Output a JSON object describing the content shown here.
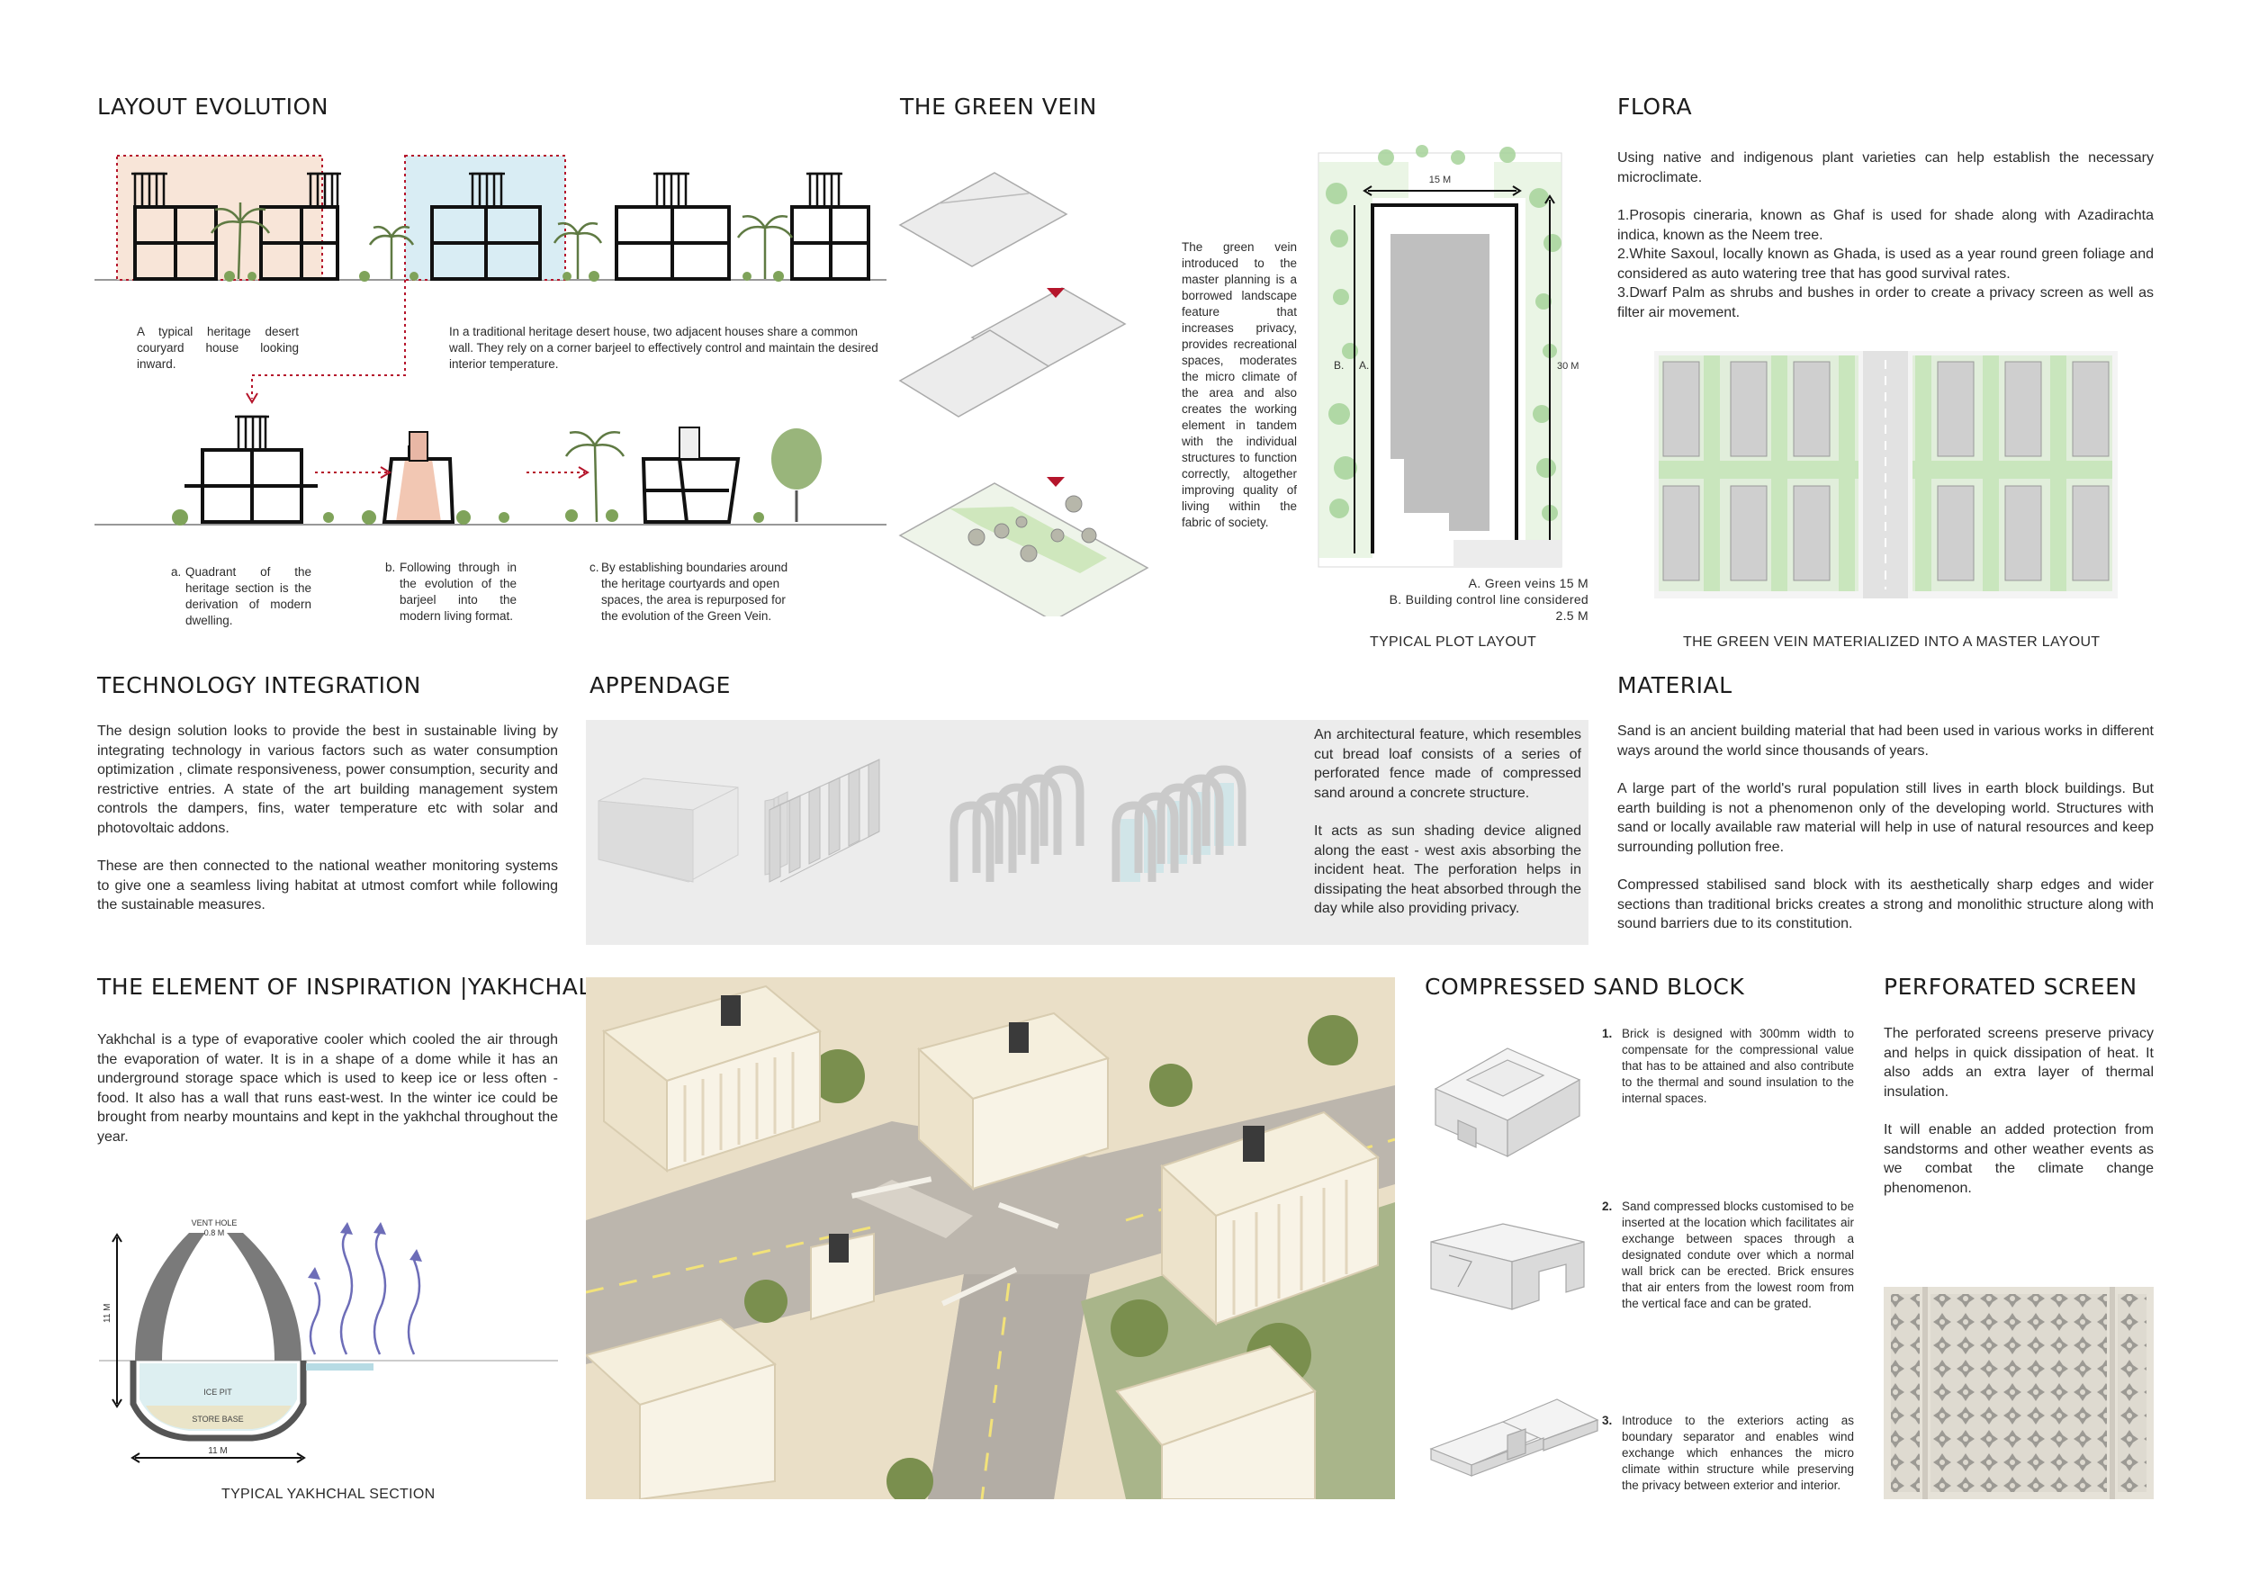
{
  "layout_evolution": {
    "title": "LAYOUT  EVOLUTION",
    "cap_courtyard": "A typical heritage desert couryard house looking inward.",
    "cap_adjacent": "In a traditional heritage desert house, two adjacent houses share a common wall. They rely on a corner barjeel to effectively control and maintain the desired interior temperature.",
    "step_a_marker": "a.",
    "step_a": "Quadrant of the heritage section is the derivation of modern dwelling.",
    "step_b_marker": "b.",
    "step_b": "Following through in the evolution of the barjeel into the modern living format.",
    "step_c_marker": "c.",
    "step_c": "By establishing boundaries around the heritage courtyards and open spaces, the area is repurposed for the evolution of the Green Vein."
  },
  "green_vein": {
    "title": "THE GREEN VEIN",
    "text": "The green vein introduced to the master planning is a borrowed landscape feature that increases privacy, provides recreational spaces, moderates the micro climate of the area and also creates the working element in tandem with the individual structures to function correctly, altogether improving quality of living within the fabric of society.",
    "dim_width": "15 M",
    "dim_depth": "30 M",
    "label_a": "A.",
    "label_b": "B.",
    "legend_a": "A. Green veins 15 M",
    "legend_b1": "B. Building control line considered",
    "legend_b2": "2.5 M",
    "plot_caption": "TYPICAL PLOT LAYOUT"
  },
  "flora": {
    "title": "FLORA",
    "intro": "Using native and indigenous plant varieties can help establish the necessary microclimate.",
    "item1": "1.Prosopis cineraria, known as Ghaf is used for shade along with Azadirachta indica, known as the Neem tree.",
    "item2": "2.White Saxoul, locally known as Ghada, is used as a year round green foliage and considered as auto watering tree that has good survival rates.",
    "item3": "3.Dwarf Palm as shrubs and bushes in order to create a privacy screen as well as filter air movement.",
    "master_caption": "THE GREEN VEIN MATERIALIZED INTO A MASTER LAYOUT"
  },
  "technology": {
    "title": "TECHNOLOGY  INTEGRATION",
    "p1": "The design solution looks to provide the  best in sustainable living by integrating technology in various factors such as water consumption optimization , climate responsiveness, power consumption, security and restrictive entries.  A state of the art building management system controls the dampers, fins, water temperature etc with solar and photovoltaic addons.",
    "p2": "These are then connected to the national weather monitoring systems to give one a seamless living habitat at utmost comfort while following the sustainable measures."
  },
  "appendage": {
    "title": "APPENDAGE",
    "p1": "An architectural feature, which resembles cut bread loaf consists of a series of perforated fence made of compressed sand around a concrete structure.",
    "p2": "It acts as sun shading device aligned along the east - west axis absorbing the incident heat. The perforation helps in dissipating the heat absorbed through the day while also providing privacy."
  },
  "material": {
    "title": "MATERIAL",
    "p1": "Sand is an ancient building material that had been used in various works in different ways around the world since thousands of years.",
    "p2": "A large part of the world's rural population still lives in earth block buildings. But earth building is not a phenomenon only of the developing world. Structures with sand or locally available raw material will help in use of natural resources and keep surrounding pollution free.",
    "p3": "Compressed stabilised sand block  with its aesthetically sharp edges and wider sections than traditional bricks creates a strong and monolithic structure along with sound barriers due to its constitution."
  },
  "yakhchal": {
    "title": "THE ELEMENT OF INSPIRATION  |YAKHCHAL",
    "text": "Yakhchal is a type of evaporative cooler which cooled the air through the evaporation of water. It is in a shape of a dome while it has an underground storage space which is used to keep ice or less often - food. It also has a wall that runs east-west. In the winter ice could be brought from nearby mountains and kept in the yakhchal throughout the year.",
    "vent_label": "VENT HOLE",
    "vent_dim": "0.8 M",
    "height_dim": "11 M",
    "width_dim": "11 M",
    "ice_pit": "ICE PIT",
    "store_base": "STORE BASE",
    "caption": "TYPICAL YAKHCHAL SECTION"
  },
  "sand_block": {
    "title": "COMPRESSED SAND BLOCK",
    "n1": "1.",
    "i1": "Brick is designed with 300mm width to compensate for the compressional value that has to be attained and also contribute to the thermal and sound insulation to the internal spaces.",
    "n2": "2.",
    "i2": "Sand compressed blocks customised to be inserted at the location which facilitates air exchange between spaces through a designated condute over which a normal wall brick can be erected. Brick ensures that air enters from the lowest room from the vertical face and can be grated.",
    "n3": "3.",
    "i3": "Introduce to the exteriors acting as boundary separator and enables wind exchange which enhances the micro climate within structure while preserving the privacy between exterior and interior."
  },
  "perforated": {
    "title": "PERFORATED SCREEN",
    "p1": "The perforated screens preserve privacy and helps in quick dissipation of heat. It also adds an extra layer of thermal insulation.",
    "p2": "It will enable an added protection from sandstorms and other weather events as we combat the climate change phenomenon."
  },
  "colors": {
    "accent_red": "#b5152b",
    "green": "#a6d39a",
    "background": "#ffffff"
  }
}
